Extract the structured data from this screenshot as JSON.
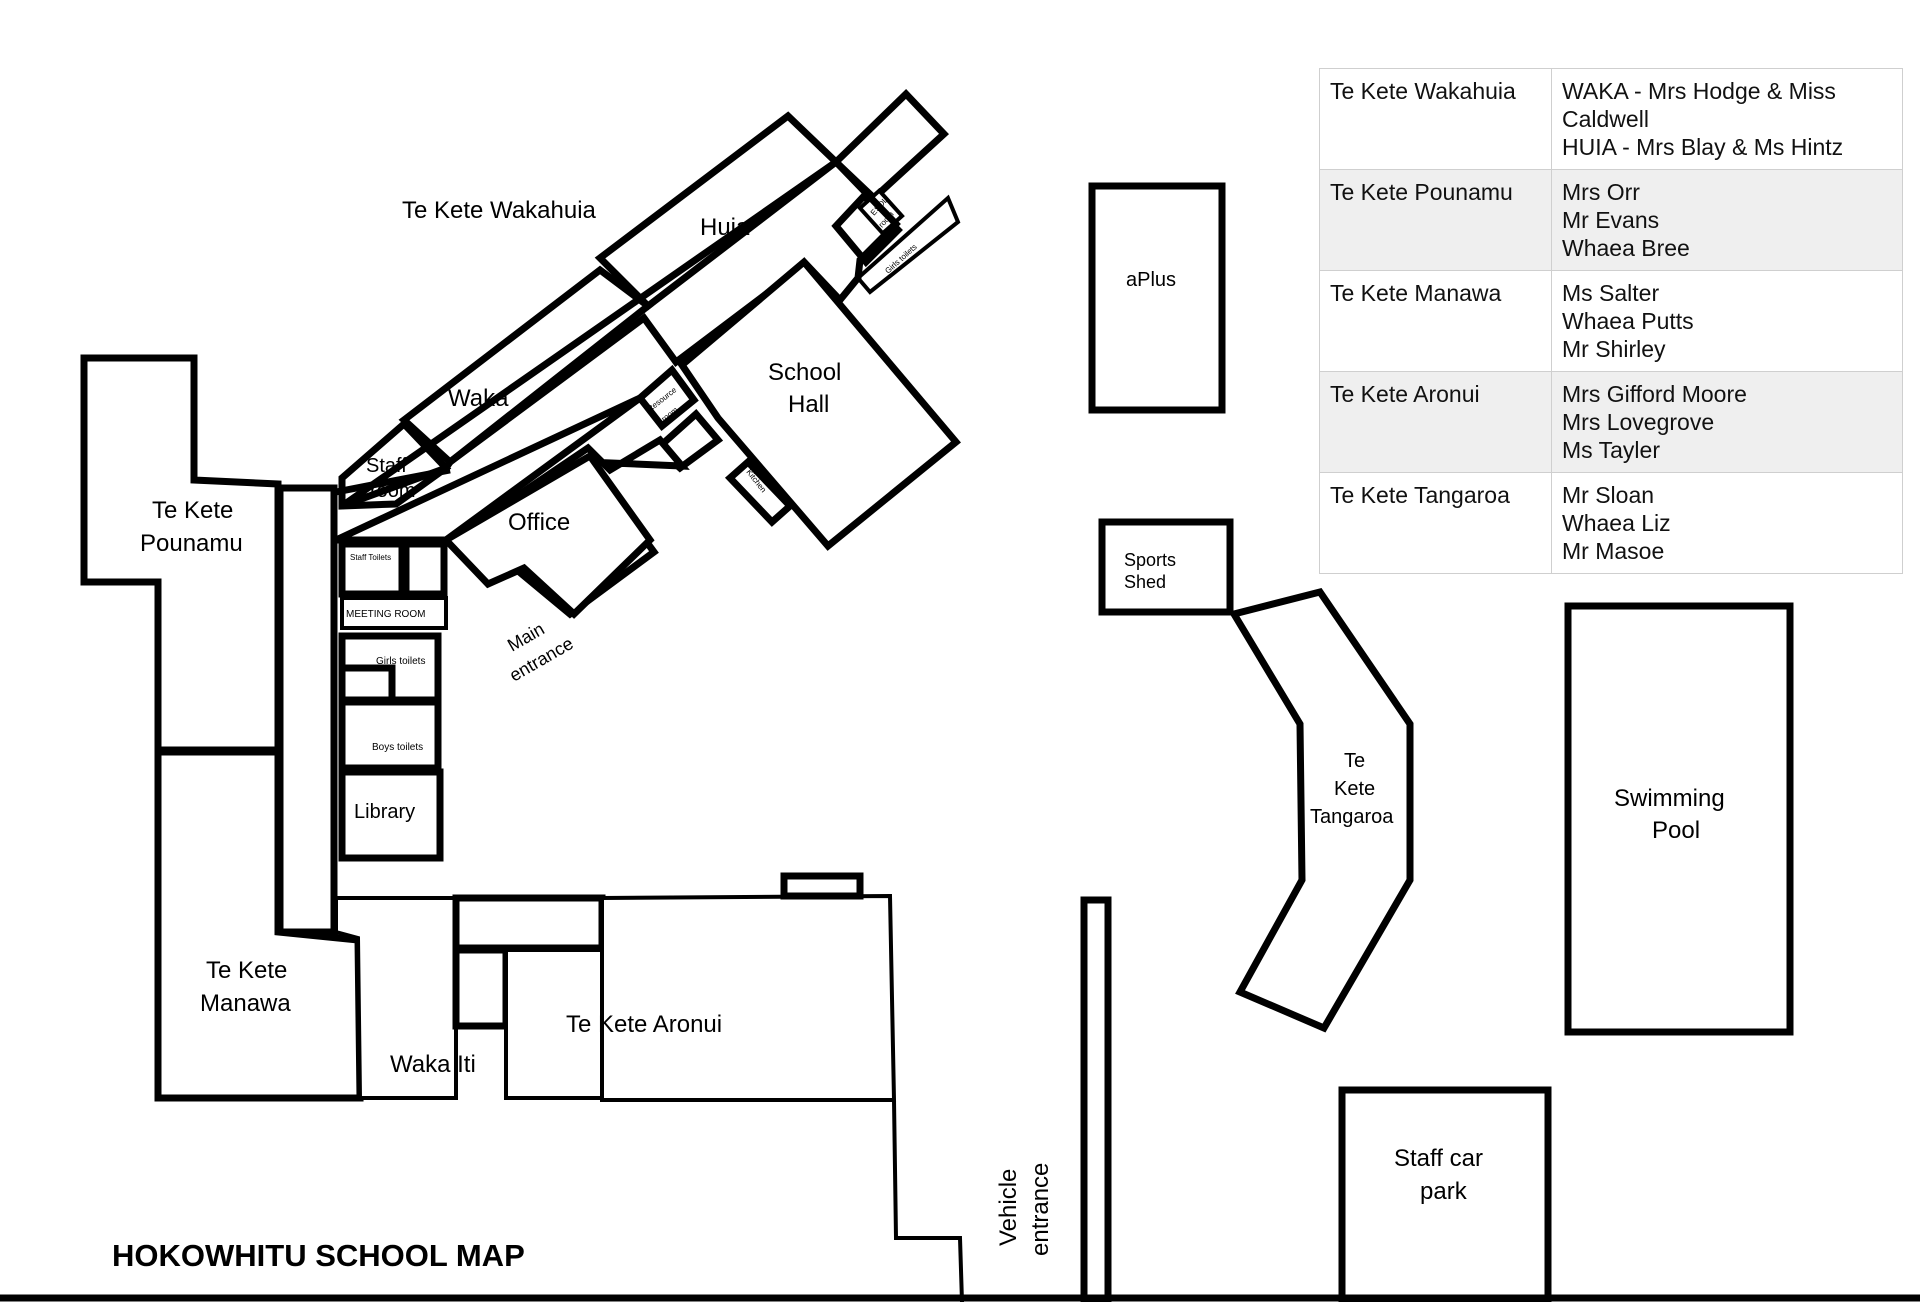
{
  "map": {
    "title": "HOKOWHITU SCHOOL MAP",
    "labels": {
      "wakahuia_area": "Te Kete Wakahuia",
      "huia": "Huia",
      "waka": "Waka",
      "staff_room": [
        "Staff",
        "room"
      ],
      "esol_room": [
        "ESOL",
        "room"
      ],
      "girls_toilets_top": "Girls toilets",
      "school_hall": [
        "School",
        "Hall"
      ],
      "resource_room": [
        "Resource",
        "room"
      ],
      "kitchen": "Kitchen",
      "office": "Office",
      "main_entrance": [
        "Main",
        "entrance"
      ],
      "pounamu": [
        "Te Kete",
        "Pounamu"
      ],
      "staff_toilets": "Staff Toilets",
      "meeting_room": "MEETING ROOM",
      "girls_toilets": "Girls toilets",
      "boys_toilets": "Boys toilets",
      "library": "Library",
      "manawa": [
        "Te Kete",
        "Manawa"
      ],
      "waka_iti": "Waka Iti",
      "aronui": "Te Kete Aronui",
      "aplus": "aPlus",
      "sports_shed": [
        "Sports",
        "Shed"
      ],
      "tangaroa": [
        "Te",
        "Kete",
        "Tangaroa"
      ],
      "swimming_pool": [
        "Swimming",
        "Pool"
      ],
      "staff_car_park": [
        "Staff car",
        "park"
      ],
      "vehicle_entrance": [
        "Vehicle",
        "entrance"
      ]
    }
  },
  "legend": [
    {
      "team": "Te Kete Wakahuia",
      "teachers": [
        "WAKA - Mrs Hodge & Miss Caldwell",
        "HUIA - Mrs Blay & Ms Hintz"
      ]
    },
    {
      "team": "Te Kete Pounamu",
      "teachers": [
        "Mrs Orr",
        "Mr Evans",
        "Whaea Bree"
      ]
    },
    {
      "team": "Te Kete Manawa",
      "teachers": [
        "Ms Salter",
        "Whaea Putts",
        "Mr Shirley"
      ]
    },
    {
      "team": "Te Kete Aronui",
      "teachers": [
        "Mrs Gifford Moore",
        "Mrs Lovegrove",
        "Ms Tayler"
      ]
    },
    {
      "team": "Te Kete Tangaroa",
      "teachers": [
        "Mr Sloan",
        "Whaea Liz",
        "Mr Masoe"
      ]
    }
  ]
}
